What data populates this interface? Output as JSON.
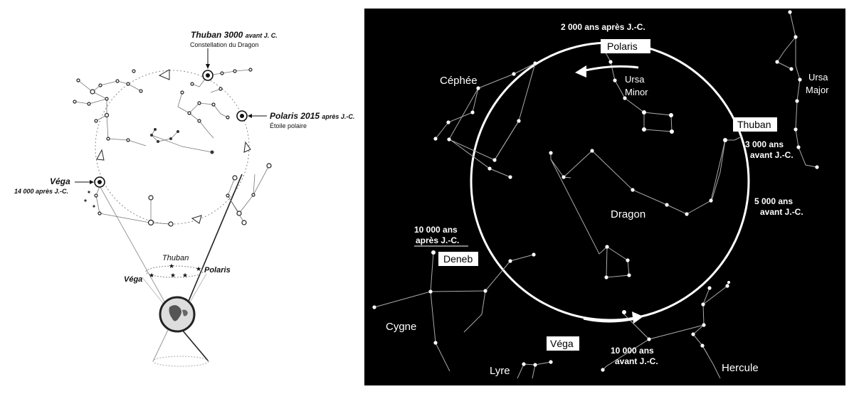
{
  "left": {
    "thuban_title": "Thuban 3000",
    "thuban_suffix": "avant J. C.",
    "thuban_sub": "Constellation du Dragon",
    "polaris_title": "Polaris 2015",
    "polaris_suffix": "après J.-C.",
    "polaris_sub": "Étoile polaire",
    "vega_title": "Véga",
    "vega_sub": "14 000 après J.-C.",
    "small_thuban": "Thuban",
    "small_vega": "Véga",
    "small_polaris": "Polaris"
  },
  "right": {
    "label_2000": "2 000 ans après J.-C.",
    "polaris": "Polaris",
    "ursa_minor": [
      "Ursa",
      "Minor"
    ],
    "ursa_major": [
      "Ursa",
      "Major"
    ],
    "cephee": "Céphée",
    "thuban": "Thuban",
    "label_3000": [
      "3 000 ans",
      "avant J.-C."
    ],
    "label_5000": [
      "5 000 ans",
      "avant J.-C."
    ],
    "dragon": "Dragon",
    "label_10000_apres": [
      "10 000 ans",
      "après J.-C."
    ],
    "deneb": "Deneb",
    "cygne": "Cygne",
    "vega": "Véga",
    "lyre": "Lyre",
    "label_10000_avant": [
      "10 000 ans",
      "avant J.-C."
    ],
    "hercule": "Hercule"
  }
}
